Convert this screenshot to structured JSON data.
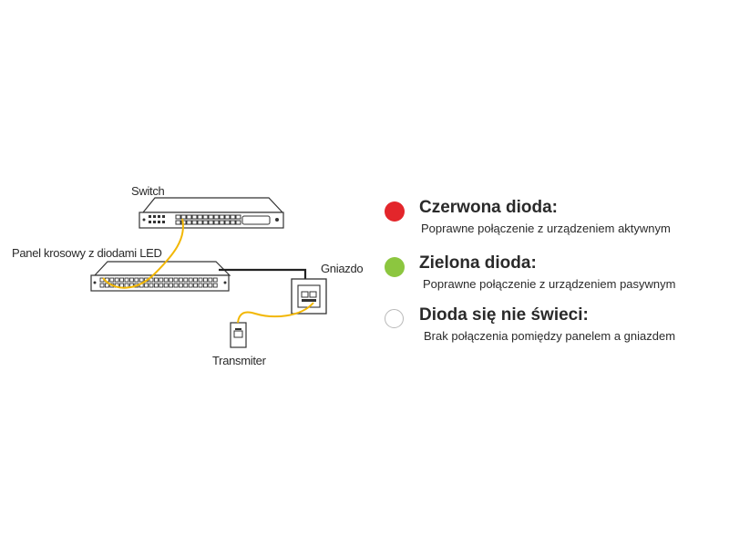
{
  "diagram": {
    "switch_label": "Switch",
    "panel_label": "Panel krosowy z diodami LED",
    "socket_label": "Gniazdo",
    "transmitter_label": "Transmiter"
  },
  "legend": [
    {
      "color": "#e3262b",
      "title": "Czerwona dioda:",
      "description": "Poprawne połączenie z urządzeniem aktywnym"
    },
    {
      "color": "#8cc63f",
      "title": "Zielona dioda:",
      "description": "Poprawne połączenie z urządzeniem pasywnym"
    },
    {
      "color": "#ffffff",
      "title": "Dioda się nie świeci:",
      "description": "Brak połączenia pomiędzy panelem a gniazdem"
    }
  ]
}
